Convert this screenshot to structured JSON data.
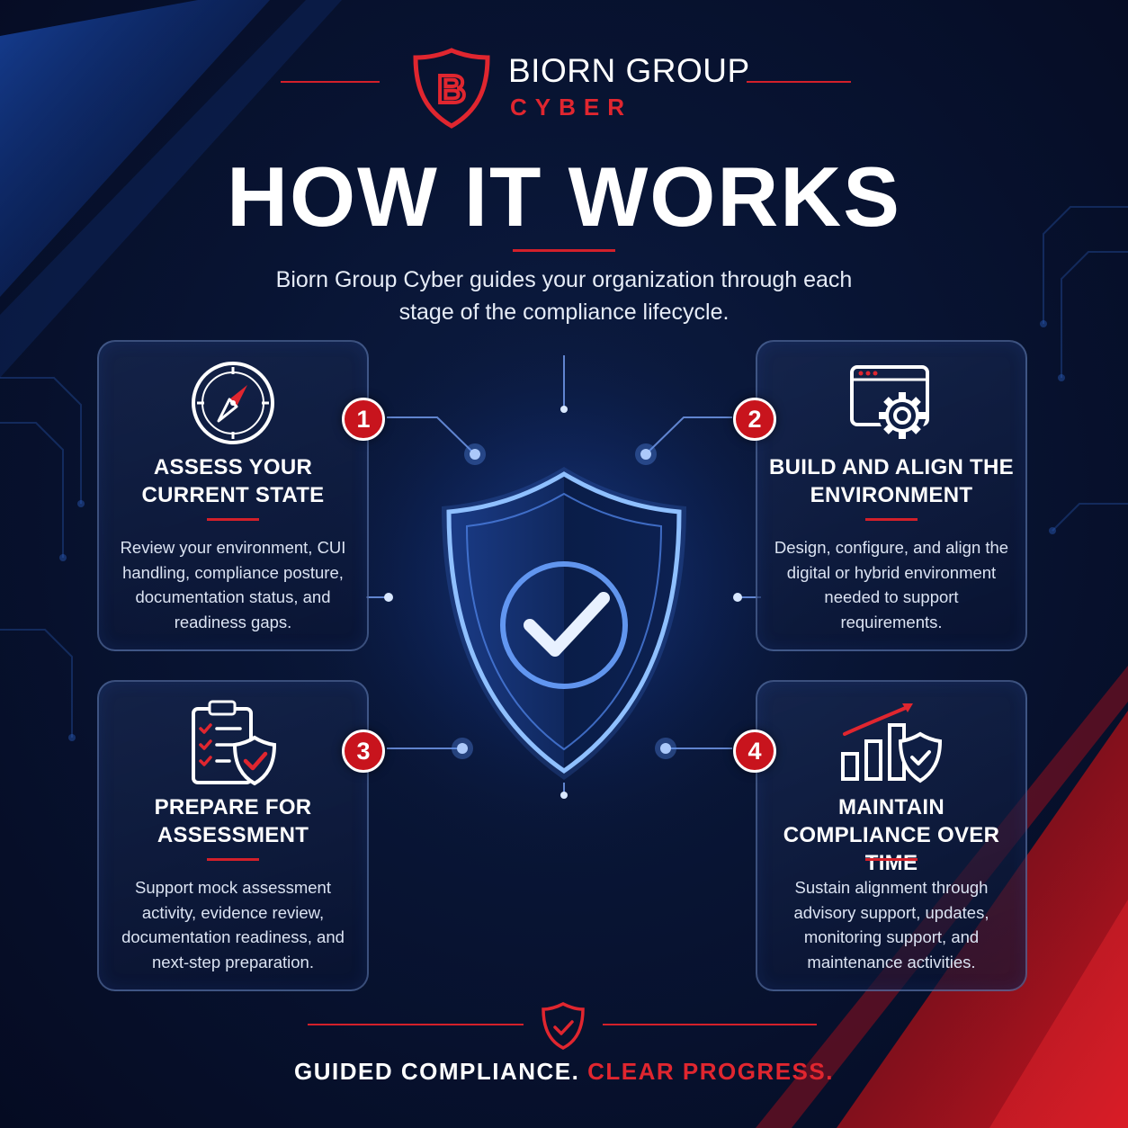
{
  "brand": {
    "logo_letter": "B",
    "name": "BIORN GROUP",
    "sub": "CYBER",
    "accent_color": "#d3202a",
    "background_color": "#081433"
  },
  "header": {
    "title": "HOW IT WORKS",
    "intro": "Biorn Group Cyber guides your organization through each stage of the compliance lifecycle."
  },
  "steps": [
    {
      "number": "1",
      "icon": "compass-icon",
      "title": "ASSESS YOUR CURRENT STATE",
      "text": "Review your environment, CUI handling, compliance posture, documentation status, and readiness gaps."
    },
    {
      "number": "2",
      "icon": "browser-gear-icon",
      "title": "BUILD AND ALIGN THE ENVIRONMENT",
      "text": "Design, configure, and align the digital or hybrid environment needed to support requirements."
    },
    {
      "number": "3",
      "icon": "clipboard-shield-icon",
      "title": "PREPARE FOR ASSESSMENT",
      "text": "Support mock assessment activity, evidence review, documentation readiness, and next-step preparation."
    },
    {
      "number": "4",
      "icon": "growth-chart-shield-icon",
      "title": "MAINTAIN COMPLIANCE OVER TIME",
      "text": "Sustain alignment through advisory support, updates, monitoring support, and maintenance activities."
    }
  ],
  "center": {
    "icon": "shield-check-icon"
  },
  "footer": {
    "icon": "shield-check-icon",
    "tagline_part1": "GUIDED COMPLIANCE.",
    "tagline_part2": "CLEAR PROGRESS."
  }
}
